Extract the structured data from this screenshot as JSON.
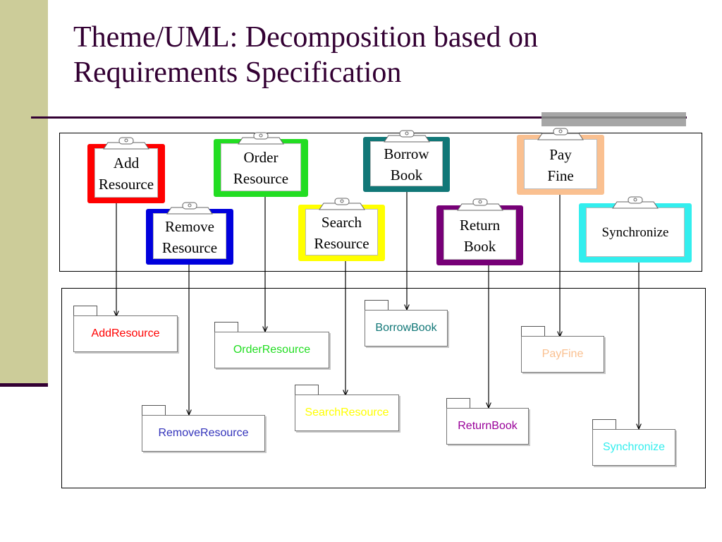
{
  "slide": {
    "title_line1": "Theme/UML: Decomposition based on",
    "title_line2": "Requirements Specification"
  },
  "requirements": [
    {
      "id": "add",
      "line1": "Add",
      "line2": "Resource",
      "color": "#ff0000"
    },
    {
      "id": "order",
      "line1": "Order",
      "line2": "Resource",
      "color": "#22dd22"
    },
    {
      "id": "borrow",
      "line1": "Borrow",
      "line2": "Book",
      "color": "#117777"
    },
    {
      "id": "pay",
      "line1": "Pay",
      "line2": "Fine",
      "color": "#fac090"
    },
    {
      "id": "remove",
      "line1": "Remove",
      "line2": "Resource",
      "color": "#0000dd"
    },
    {
      "id": "search",
      "line1": "Search",
      "line2": "Resource",
      "color": "#ffff00"
    },
    {
      "id": "return",
      "line1": "Return",
      "line2": "Book",
      "color": "#770077"
    },
    {
      "id": "sync",
      "line1": "Synchronize",
      "line2": "",
      "color": "#33eeee"
    }
  ],
  "themes": [
    {
      "id": "add",
      "label": "AddResource",
      "color": "#ff0000"
    },
    {
      "id": "order",
      "label": "OrderResource",
      "color": "#22dd22"
    },
    {
      "id": "borrow",
      "label": "BorrowBook",
      "color": "#117777"
    },
    {
      "id": "pay",
      "label": "PayFine",
      "color": "#fac090"
    },
    {
      "id": "remove",
      "label": "RemoveResource",
      "color": "#3333bb"
    },
    {
      "id": "search",
      "label": "SearchResource",
      "color": "#ffff00"
    },
    {
      "id": "return",
      "label": "ReturnBook",
      "color": "#990099"
    },
    {
      "id": "sync",
      "label": "Synchronize",
      "color": "#33eeee"
    }
  ]
}
